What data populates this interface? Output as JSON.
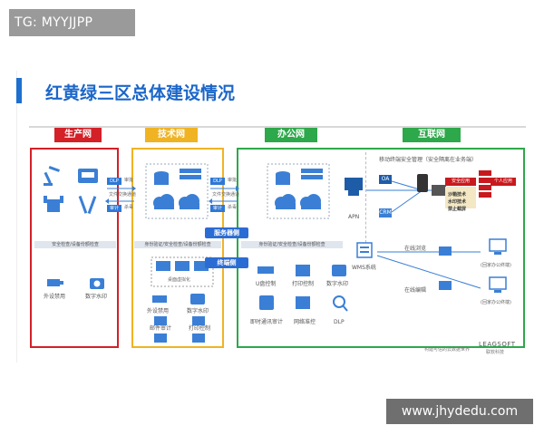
{
  "watermark_top": "TG: MYYJJPP",
  "watermark_bottom": "www.jhydedu.com",
  "slide_title": "红黄绿三区总体建设情况",
  "zones": {
    "production": "生产网",
    "technical": "技术网",
    "office": "办公网",
    "internet": "互联网"
  },
  "colors": {
    "red_zone": "#d42027",
    "yellow_zone": "#f0b323",
    "green_zone": "#2da84a",
    "blue_accent": "#1e6fd0"
  },
  "flow_labels": {
    "dlp": "DLP",
    "audit": "审批",
    "file_channel": "文件交换通道",
    "approve": "审计",
    "av": "杀毒"
  },
  "strips": {
    "production": "安全检查/设备份额检查",
    "technical": "身份验证/安全检查/设备份额检查",
    "office": "身份验证/安全检查/设备份额检查"
  },
  "bands": {
    "server_side": "服务器侧",
    "terminal_side": "终端侧"
  },
  "production_items": [
    "外设禁用",
    "数字水印"
  ],
  "technical_items": [
    "桌面虚拟化",
    "外设禁用",
    "数字水印",
    "邮件审计",
    "打印控制"
  ],
  "office_items": [
    "U盘控制",
    "打印控制",
    "数字水印",
    "即时通讯审计",
    "网络准控",
    "DLP"
  ],
  "internet": {
    "mobile_title": "移动终端安全管理（安全隔离在业务端）",
    "apn": "APN",
    "oa": "OA",
    "crm": "CRM",
    "secure_app": "安全应用",
    "personal_app": "个人应用",
    "sandbox": [
      "沙箱技术",
      "水印技术",
      "禁止截屏"
    ],
    "wms": "WMS系统",
    "online_browse": "在线浏览",
    "online_edit": "在线编辑",
    "home_office_1": "(回家办公终端)",
    "home_office_2": "(回家办公终端)"
  },
  "footer": {
    "left": "构建可信的云数据世界",
    "brand": "LEAGSOFT",
    "brand_sub": "联软科技"
  }
}
